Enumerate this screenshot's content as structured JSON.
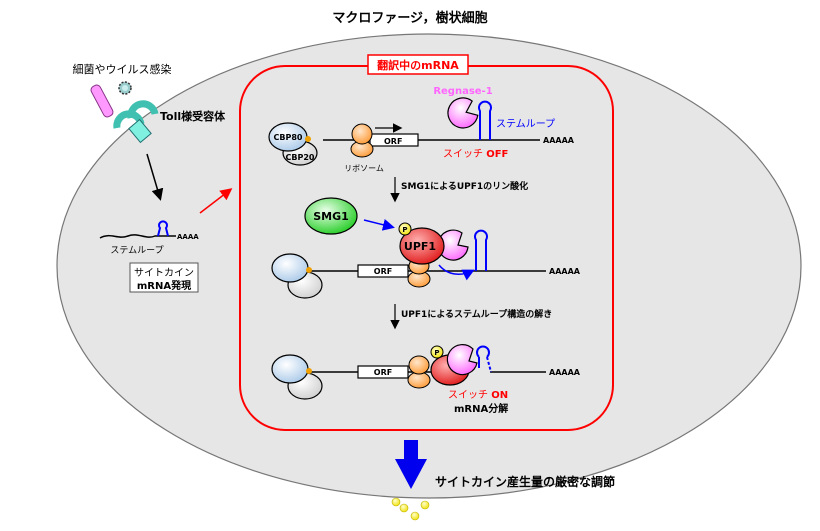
{
  "title": "マクロファージ，樹状細胞",
  "infection_label": "細菌やウイルス感染",
  "tlr_label": "Toll様受容体",
  "left_mrna": {
    "stem_loop_label": "ステムループ",
    "polya": "AAAA",
    "box_line1": "サイトカイン",
    "box_line2": "mRNA発現"
  },
  "panel": {
    "title": "翻訳中のmRNA",
    "step1": {
      "cbp80": "CBP80",
      "cbp20": "CBP20",
      "ribosome_label": "リボソーム",
      "orf": "ORF",
      "regnase": "Regnase-1",
      "stem_loop_label": "ステムループ",
      "switch_label": "スイッチ",
      "switch_state": "OFF",
      "polya": "AAAAA"
    },
    "arrow1_label": "SMG1によるUPF1のリン酸化",
    "step2": {
      "smg1": "SMG1",
      "phospho": "P",
      "upf1": "UPF1",
      "orf": "ORF",
      "polya": "AAAAA"
    },
    "arrow2_label": "UPF1によるステムループ構造の解き",
    "step3": {
      "phospho": "P",
      "orf": "ORF",
      "switch_label": "スイッチ",
      "switch_state": "ON",
      "decay_label": "mRNA分解",
      "polya": "AAAAA"
    }
  },
  "output_label": "サイトカイン産生量の厳密な調節",
  "colors": {
    "cell_fill": "#e6e6e6",
    "panel_border": "#ff0000",
    "stem_loop": "#0000ff",
    "regnase": "#ff66ff",
    "smg1": "#22cc22",
    "upf1": "#e02020",
    "ribosome": "#ff9933",
    "phospho": "#ffff33",
    "output_arrow": "#0000ee"
  }
}
